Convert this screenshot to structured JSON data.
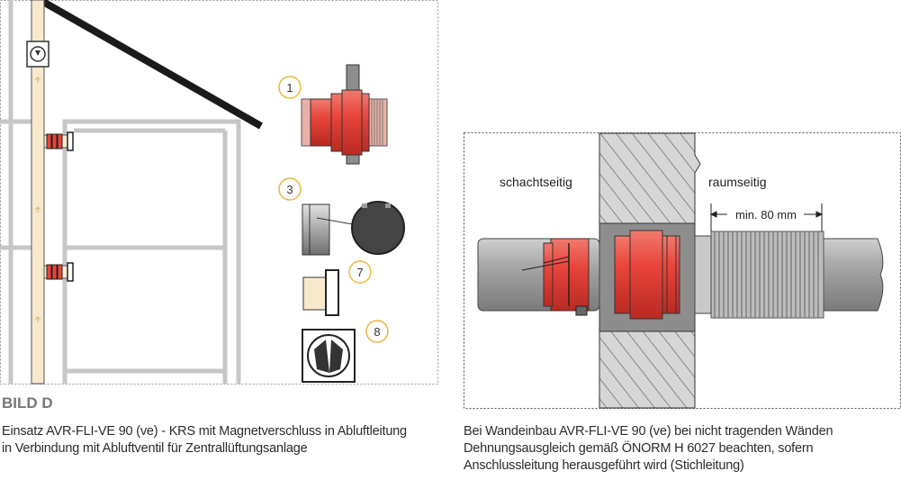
{
  "left_figure": {
    "callouts": [
      "1",
      "3",
      "7",
      "8"
    ],
    "caption_title": "BILD D",
    "caption_line1": "Einsatz AVR-FLI-VE 90 (ve) - KRS  mit Magnetverschluss in Abluftleitung",
    "caption_line2": "in Verbindung mit Abluftventil für Zentrallüftungsanlage"
  },
  "right_figure": {
    "label_shaft": "schachtseitig",
    "label_room": "raumseitig",
    "dimension": "min. 80 mm",
    "caption_line1": "Bei Wandeinbau AVR-FLI-VE 90 (ve) bei nicht tragenden Wänden",
    "caption_line2": "Dehnungsausgleich gemäß ÖNORM H 6027 beachten, sofern",
    "caption_line3": "Anschlussleitung herausgeführt wird (Stichleitung)"
  },
  "colors": {
    "red": "#e8443a",
    "beige": "#f8e9cc",
    "grey": "#8d8d8d",
    "dark": "#1a1a1a"
  }
}
